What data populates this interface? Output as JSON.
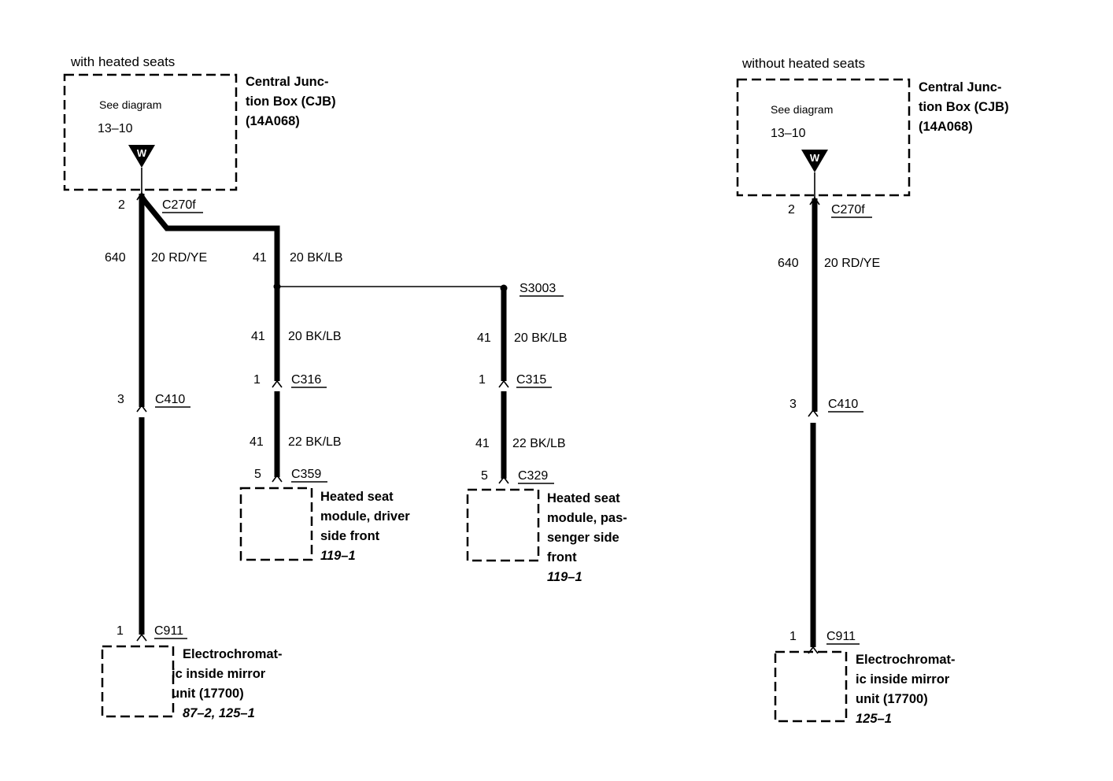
{
  "left": {
    "variant": "with heated seats",
    "cjb": {
      "see_diagram": "See diagram",
      "diagram_ref": "13–10",
      "connector_symbol": "W",
      "title": [
        "Central Junc-",
        "tion Box (CJB)",
        "(14A068)"
      ]
    },
    "c270f": {
      "pin": "2",
      "name": "C270f"
    },
    "feed_wire": {
      "circuit": "640",
      "gauge_color": "20 RD/YE"
    },
    "branch_wire": {
      "circuit": "41",
      "gauge_color": "20 BK/LB"
    },
    "splice": {
      "name": "S3003"
    },
    "driver": {
      "wire_upper": {
        "circuit": "41",
        "gauge_color": "20 BK/LB"
      },
      "c316": {
        "pin": "1",
        "name": "C316"
      },
      "wire_lower": {
        "circuit": "41",
        "gauge_color": "22 BK/LB"
      },
      "c359": {
        "pin": "5",
        "name": "C359"
      },
      "module": [
        "Heated seat",
        "module, driver",
        "side front"
      ],
      "ref": "119–1"
    },
    "passenger": {
      "wire_upper": {
        "circuit": "41",
        "gauge_color": "20 BK/LB"
      },
      "c315": {
        "pin": "1",
        "name": "C315"
      },
      "wire_lower": {
        "circuit": "41",
        "gauge_color": "22 BK/LB"
      },
      "c329": {
        "pin": "5",
        "name": "C329"
      },
      "module": [
        "Heated seat",
        "module, pas-",
        "senger side",
        "front"
      ],
      "ref": "119–1"
    },
    "c410": {
      "pin": "3",
      "name": "C410"
    },
    "c911": {
      "pin": "1",
      "name": "C911"
    },
    "mirror": [
      "Electrochromat-",
      "ic inside mirror",
      "unit (17700)"
    ],
    "mirror_ref": "87–2, 125–1"
  },
  "right": {
    "variant": "without heated seats",
    "cjb": {
      "see_diagram": "See diagram",
      "diagram_ref": "13–10",
      "connector_symbol": "W",
      "title": [
        "Central Junc-",
        "tion Box (CJB)",
        "(14A068)"
      ]
    },
    "c270f": {
      "pin": "2",
      "name": "C270f"
    },
    "feed_wire": {
      "circuit": "640",
      "gauge_color": "20 RD/YE"
    },
    "c410": {
      "pin": "3",
      "name": "C410"
    },
    "c911": {
      "pin": "1",
      "name": "C911"
    },
    "mirror": [
      "Electrochromat-",
      "ic inside mirror",
      "unit (17700)"
    ],
    "mirror_ref": "125–1"
  }
}
